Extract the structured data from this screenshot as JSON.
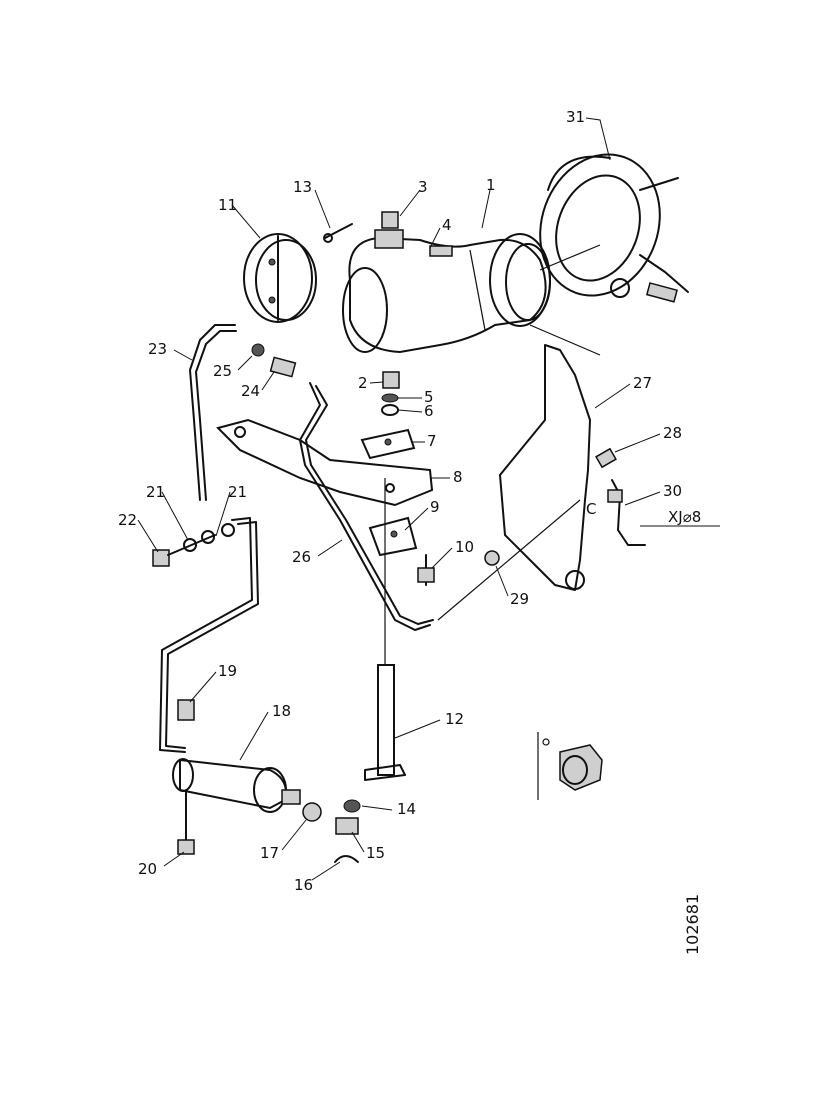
{
  "diagram": {
    "callouts": [
      {
        "id": "1",
        "label": "1"
      },
      {
        "id": "2",
        "label": "2"
      },
      {
        "id": "3",
        "label": "3"
      },
      {
        "id": "4",
        "label": "4"
      },
      {
        "id": "5",
        "label": "5"
      },
      {
        "id": "6",
        "label": "6"
      },
      {
        "id": "7",
        "label": "7"
      },
      {
        "id": "8",
        "label": "8"
      },
      {
        "id": "9",
        "label": "9"
      },
      {
        "id": "10",
        "label": "10"
      },
      {
        "id": "11",
        "label": "11"
      },
      {
        "id": "12",
        "label": "12"
      },
      {
        "id": "13",
        "label": "13"
      },
      {
        "id": "14",
        "label": "14"
      },
      {
        "id": "15",
        "label": "15"
      },
      {
        "id": "16",
        "label": "16"
      },
      {
        "id": "17",
        "label": "17"
      },
      {
        "id": "18",
        "label": "18"
      },
      {
        "id": "19",
        "label": "19"
      },
      {
        "id": "20",
        "label": "20"
      },
      {
        "id": "21a",
        "label": "21"
      },
      {
        "id": "21b",
        "label": "21"
      },
      {
        "id": "22",
        "label": "22"
      },
      {
        "id": "23",
        "label": "23"
      },
      {
        "id": "24",
        "label": "24"
      },
      {
        "id": "25",
        "label": "25"
      },
      {
        "id": "26",
        "label": "26"
      },
      {
        "id": "27",
        "label": "27"
      },
      {
        "id": "28",
        "label": "28"
      },
      {
        "id": "29",
        "label": "29"
      },
      {
        "id": "30",
        "label": "30"
      },
      {
        "id": "31",
        "label": "31"
      }
    ],
    "connector_tag": "C",
    "variant_label": "XJ⌀8",
    "drawing_number": "102681"
  }
}
